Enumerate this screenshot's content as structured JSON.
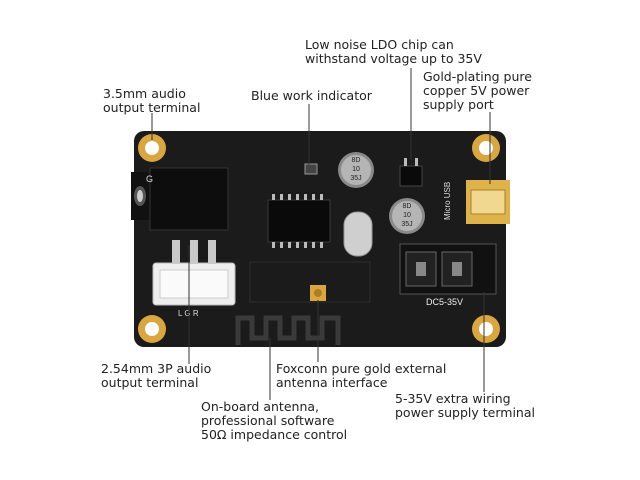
{
  "callouts": {
    "ldo": [
      "Low noise LDO chip can",
      "withstand voltage up to 35V"
    ],
    "audio35": [
      "3.5mm audio",
      "output terminal"
    ],
    "blue": [
      "Blue work indicator"
    ],
    "usb_port": [
      "Gold-plating pure",
      "copper 5V power",
      "supply port"
    ],
    "audio3p": [
      "2.54mm 3P audio",
      "output terminal"
    ],
    "antenna_if": [
      "Foxconn pure gold external",
      "antenna interface"
    ],
    "onboard_ant": [
      "On-board antenna,",
      "professional software",
      "50Ω impedance control"
    ],
    "power_term": [
      "5-35V extra wiring",
      "power supply terminal"
    ]
  },
  "silkscreen": {
    "micro_usb": "Micro USB",
    "dc": "DC5-35V",
    "cap1": [
      "8D",
      "10",
      "35J"
    ],
    "cap2": [
      "8D",
      "10",
      "35J"
    ],
    "conn_pins": "L G R",
    "jack_mark": "G"
  },
  "colors": {
    "pcb": "#1b1b1b",
    "pad_gold": "#d9a640",
    "text": "#222222"
  }
}
